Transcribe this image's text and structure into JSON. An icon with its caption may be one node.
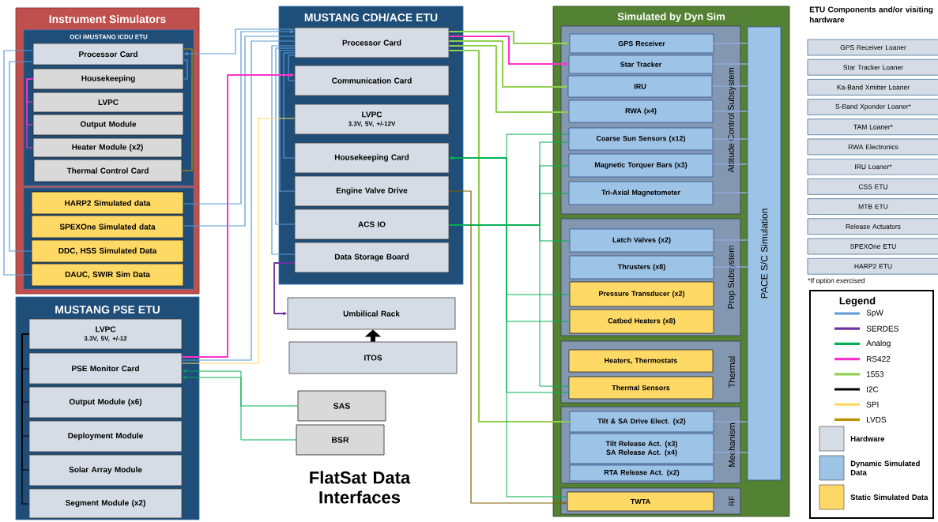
{
  "diagram": {
    "title": "FlatSat Data Interfaces",
    "nodes": [
      {
        "text": [
          "Instrument Simulators"
        ]
      },
      {
        "text": [
          "OCI iMUSTANG ICDU ETU"
        ],
        "in": 0
      },
      {
        "text": [
          "Processor Card"
        ],
        "in": 1
      },
      {
        "text": [
          "Housekeeping"
        ],
        "in": 1
      },
      {
        "text": [
          "LVPC"
        ],
        "in": 1
      },
      {
        "text": [
          "Output Module"
        ],
        "in": 1
      },
      {
        "text": [
          "Heater Module (x2)"
        ],
        "in": 1
      },
      {
        "text": [
          "Thermal Control Card"
        ],
        "in": 1
      },
      {
        "text": [],
        "shape": "box",
        "in": 0
      },
      {
        "text": [
          "HARP2 Simulated data"
        ],
        "in": 8
      },
      {
        "text": [
          "SPEXOne Simulated data"
        ],
        "in": 8
      },
      {
        "text": [
          "DDC, HSS Simulated Data"
        ],
        "in": 8
      },
      {
        "text": [
          "DAUC, SWIR Sim Data"
        ],
        "in": 8
      },
      {
        "text": [
          "MUSTANG PSE ETU"
        ]
      },
      {
        "text": [
          "LVPC",
          "3.3V, 5V, +/-12"
        ],
        "in": 13
      },
      {
        "text": [
          "PSE Monitor Card"
        ],
        "in": 13
      },
      {
        "text": [
          "Output Module (x6)"
        ],
        "in": 13
      },
      {
        "text": [
          "Deployment Module"
        ],
        "in": 13
      },
      {
        "text": [
          "Solar Array Module"
        ],
        "in": 13
      },
      {
        "text": [
          "Segment Module (x2)"
        ],
        "in": 13
      },
      {
        "text": [
          "MUSTANG CDH/ACE ETU"
        ]
      },
      {
        "text": [
          "Processor Card"
        ],
        "in": 20
      },
      {
        "text": [
          "Communication Card"
        ],
        "in": 20
      },
      {
        "text": [
          "LVPC",
          "3.3V, 5V, +/-12V"
        ],
        "in": 20
      },
      {
        "text": [
          "Housekeeping Card"
        ],
        "in": 20
      },
      {
        "text": [
          "Engine Valve Drive"
        ],
        "in": 20
      },
      {
        "text": [
          "ACS IO"
        ],
        "in": 20
      },
      {
        "text": [
          "Data Storage Board"
        ],
        "in": 20
      },
      {
        "text": [
          "Umbilical Rack"
        ]
      },
      {
        "text": [
          "ITOS"
        ]
      },
      {
        "text": [
          "SAS"
        ]
      },
      {
        "text": [
          "BSR"
        ]
      },
      {
        "text": [
          "Simulated by Dyn Sim"
        ]
      },
      {
        "text": [
          "Attitude Control Subsystem"
        ],
        "in": 32
      },
      {
        "text": [
          "GPS Receiver"
        ],
        "in": 33
      },
      {
        "text": [
          "Star Tracker"
        ],
        "in": 33
      },
      {
        "text": [
          "IRU"
        ],
        "in": 33
      },
      {
        "text": [
          "RWA (x4)"
        ],
        "in": 33
      },
      {
        "text": [
          "Coarse Sun Sensors (x12)"
        ],
        "in": 33
      },
      {
        "text": [
          "Magnetic Torquer Bars (x3)"
        ],
        "in": 33
      },
      {
        "text": [
          "Tri-Axial Magnetometer"
        ],
        "in": 33
      },
      {
        "text": [
          "Prop Subsystem"
        ],
        "in": 32
      },
      {
        "text": [
          "Latch Valves (x2)"
        ],
        "in": 41
      },
      {
        "text": [
          "Thrusters (x8)"
        ],
        "in": 41
      },
      {
        "text": [
          "Pressure Transducer (x2)"
        ],
        "in": 41
      },
      {
        "text": [
          "Catbed Heaters (x8)"
        ],
        "in": 41
      },
      {
        "text": [
          "Thermal"
        ],
        "in": 32
      },
      {
        "text": [
          "Heaters, Thermostats"
        ],
        "in": 46
      },
      {
        "text": [
          "Thermal Sensors"
        ],
        "in": 46
      },
      {
        "text": [
          "Mechanism"
        ],
        "in": 32
      },
      {
        "text": [
          "Tilt & SA Drive Elect. (x2)"
        ],
        "in": 49
      },
      {
        "text": [
          "Tilt Release Act. (x3) SA Release Act. (x4)"
        ],
        "in": 49
      },
      {
        "text": [
          "RTA Release Act. (x2)"
        ],
        "in": 49
      },
      {
        "text": [
          "RF"
        ],
        "in": 32
      },
      {
        "text": [
          "TWTA"
        ],
        "in": 53
      },
      {
        "text": [
          "PACE S/C Simulation"
        ],
        "in": 32
      },
      {
        "text": [
          "GPS Receiver Loaner"
        ]
      },
      {
        "text": [
          "Star Tracker Loaner"
        ]
      },
      {
        "text": [
          "Ka-Band Xmitter Loaner"
        ]
      },
      {
        "text": [
          "S-Band Xponder Loaner*"
        ]
      },
      {
        "text": [
          "TAM Loaner*"
        ]
      },
      {
        "text": [
          "RWA Electronics"
        ]
      },
      {
        "text": [
          "IRU Loaner*"
        ]
      },
      {
        "text": [
          "CSS ETU"
        ]
      },
      {
        "text": [
          "MTB ETU"
        ]
      },
      {
        "text": [
          "Release Actuators"
        ]
      },
      {
        "text": [
          "SPEXOne ETU"
        ]
      },
      {
        "text": [
          "HARP2 ETU"
        ]
      }
    ],
    "edges": [
      {
        "from": 9,
        "to": 21,
        "arrow": "to",
        "color": "#5b9bd5"
      },
      {
        "from": 21,
        "to": 2,
        "arrow": "to",
        "color": "#5b9bd5"
      },
      {
        "from": 10,
        "to": 21,
        "arrow": "none",
        "color": "#5b9bd5"
      },
      {
        "from": 15,
        "to": 21,
        "arrow": "none",
        "color": "#5b9bd5"
      },
      {
        "from": 21,
        "to": 22,
        "arrow": "none",
        "color": "#5b9bd5"
      },
      {
        "from": 21,
        "to": 24,
        "arrow": "none",
        "color": "#5b9bd5"
      },
      {
        "from": 21,
        "to": 25,
        "arrow": "none",
        "color": "#5b9bd5"
      },
      {
        "from": 21,
        "to": 26,
        "arrow": "none",
        "color": "#5b9bd5"
      },
      {
        "from": 21,
        "to": 27,
        "arrow": "none",
        "color": "#5b9bd5"
      },
      {
        "from": 2,
        "to": 3,
        "arrow": "none",
        "color": "#5b9bd5"
      },
      {
        "from": 2,
        "to": 11,
        "arrow": "none",
        "color": "#5b9bd5"
      },
      {
        "from": 2,
        "to": 12,
        "arrow": "none",
        "color": "#5b9bd5"
      },
      {
        "from": 2,
        "to": 7,
        "arrow": "none",
        "color": "#bf9000"
      },
      {
        "from": 3,
        "to": 4,
        "arrow": "none",
        "color": "#ff33cc"
      },
      {
        "from": 3,
        "to": 5,
        "arrow": "none",
        "color": "#ff33cc"
      },
      {
        "from": 3,
        "to": 6,
        "arrow": "none",
        "color": "#ff33cc"
      },
      {
        "from": 15,
        "to": 22,
        "arrow": "to",
        "color": "#ff33cc"
      },
      {
        "from": 15,
        "to": 23,
        "arrow": "none",
        "color": "#ffd966"
      },
      {
        "from": 30,
        "to": 15,
        "arrow": "to",
        "color": "#00b050"
      },
      {
        "from": 31,
        "to": 15,
        "arrow": "to",
        "color": "#00b050"
      },
      {
        "from": 27,
        "to": 28,
        "arrow": "to",
        "color": "#7030a0"
      },
      {
        "from": 29,
        "to": 28,
        "arrow": "to",
        "style": "thick",
        "color": "#000000"
      },
      {
        "from": 14,
        "to": 15,
        "arrow": "none",
        "color": "#000000"
      },
      {
        "from": 14,
        "to": 16,
        "arrow": "none",
        "color": "#000000"
      },
      {
        "from": 14,
        "to": 17,
        "arrow": "none",
        "color": "#000000"
      },
      {
        "from": 14,
        "to": 18,
        "arrow": "none",
        "color": "#000000"
      },
      {
        "from": 14,
        "to": 19,
        "arrow": "none",
        "color": "#000000"
      },
      {
        "from": 21,
        "to": 34,
        "arrow": "to",
        "color": "#92d050"
      },
      {
        "from": 21,
        "to": 35,
        "arrow": "to",
        "color": "#ff33cc"
      },
      {
        "from": 21,
        "to": 36,
        "arrow": "to",
        "color": "#92d050"
      },
      {
        "from": 21,
        "to": 37,
        "arrow": "none",
        "color": "#92d050"
      },
      {
        "from": 21,
        "to": 50,
        "arrow": "none",
        "color": "#92d050"
      },
      {
        "from": 38,
        "to": 24,
        "arrow": "to",
        "color": "#00b050"
      },
      {
        "from": 44,
        "to": 24,
        "arrow": "to",
        "color": "#00b050"
      },
      {
        "from": 45,
        "to": 24,
        "arrow": "to",
        "color": "#00b050"
      },
      {
        "from": 48,
        "to": 24,
        "arrow": "to",
        "color": "#00b050"
      },
      {
        "from": 54,
        "to": 24,
        "arrow": "to",
        "color": "#00b050"
      },
      {
        "from": 38,
        "to": 26,
        "arrow": "none",
        "color": "#00b050"
      },
      {
        "from": 39,
        "to": 26,
        "arrow": "none",
        "color": "#00b050"
      },
      {
        "from": 40,
        "to": 26,
        "arrow": "none",
        "color": "#00b050"
      },
      {
        "from": 42,
        "to": 26,
        "arrow": "none",
        "color": "#00b050"
      },
      {
        "from": 48,
        "to": 26,
        "arrow": "none",
        "color": "#00b050"
      },
      {
        "from": 25,
        "to": 54,
        "arrow": "to",
        "color": "#806000"
      },
      {
        "from": 34,
        "to": 55,
        "arrow": "none",
        "color": "#8eaadb"
      },
      {
        "from": 35,
        "to": 55,
        "arrow": "none",
        "color": "#8eaadb"
      },
      {
        "from": 36,
        "to": 55,
        "arrow": "none",
        "color": "#8eaadb"
      },
      {
        "from": 37,
        "to": 55,
        "arrow": "none",
        "color": "#8eaadb"
      },
      {
        "from": 38,
        "to": 55,
        "arrow": "none",
        "color": "#8eaadb"
      },
      {
        "from": 39,
        "to": 55,
        "arrow": "none",
        "color": "#8eaadb"
      },
      {
        "from": 40,
        "to": 55,
        "arrow": "none",
        "color": "#8eaadb"
      },
      {
        "from": 42,
        "to": 55,
        "arrow": "none",
        "color": "#8eaadb"
      },
      {
        "from": 43,
        "to": 55,
        "arrow": "none",
        "color": "#8eaadb"
      },
      {
        "from": 50,
        "to": 55,
        "arrow": "none",
        "color": "#8eaadb"
      },
      {
        "from": 51,
        "to": 55,
        "arrow": "none",
        "color": "#8eaadb"
      }
    ],
    "labels": [
      "ETU Components and/or visiting hardware",
      "*If option exercised",
      "Legend"
    ],
    "legend": [
      {
        "text": "SpW",
        "color": "#5b9bd5"
      },
      {
        "text": "SERDES",
        "color": "#7030a0"
      },
      {
        "text": "Analog",
        "color": "#00b050"
      },
      {
        "text": "RS422",
        "color": "#ff33cc"
      },
      {
        "text": "1553",
        "color": "#92d050"
      },
      {
        "text": "I2C",
        "color": "#000000"
      },
      {
        "text": "SPI",
        "color": "#ffd966"
      },
      {
        "text": "LVDS",
        "color": "#bf9000"
      },
      {
        "text": "Hardware",
        "color": "#d6dce5"
      },
      {
        "text": "Dynamic Simulated Data",
        "color": "#9dc3e6"
      },
      {
        "text": "Static Simulated Data",
        "color": "#ffd966"
      }
    ]
  }
}
